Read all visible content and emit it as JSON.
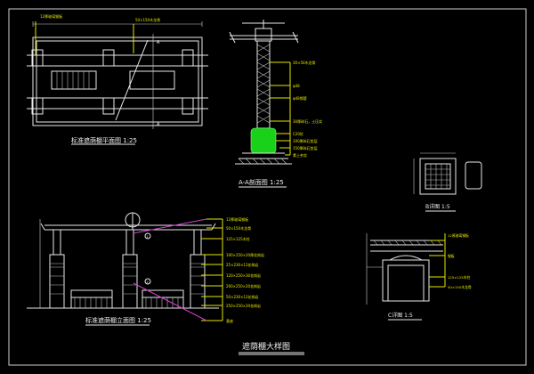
{
  "sheet_title": "遮荫棚大样图",
  "views": {
    "plan": {
      "title": "标准遮荫棚平面图",
      "scale": "1:25",
      "section_mark_a": "A",
      "note_1": "12厚玻璃钢板",
      "note_2": "50×150木龙骨"
    },
    "section_aa": {
      "title": "A-A剖面图",
      "scale": "1:25",
      "notes": [
        "30×50木龙骨",
        "φ48",
        "φ48钢管",
        "30厚碎石，土压实",
        "C20砼",
        "100厚碎石垫层",
        "150厚碎石垫层",
        "素土夯实"
      ]
    },
    "detail_b": {
      "title": "B详图",
      "scale": "1:5"
    },
    "elevation": {
      "title": "标准遮荫棚立面图",
      "scale": "1:25",
      "callout_1": "1",
      "callout_2": "2",
      "notes": [
        "12厚玻璃钢板",
        "50×150木龙骨",
        "125×125木柱",
        "100×250×20厚花岗岩",
        "25×230×12花岗岩",
        "120×250×30花岗岩",
        "200×250×20花岗岩",
        "50×230×12花岗岩",
        "250×250×20花岗岩",
        "基座"
      ]
    },
    "detail_c": {
      "title": "C详图",
      "scale": "1:5",
      "notes": [
        "12厚玻璃钢板",
        "钢板",
        "125×125木柱",
        "50×150木龙骨"
      ]
    }
  },
  "colors": {
    "background": "#000000",
    "linework": "#e8e8e8",
    "annotation": "#e6e600",
    "leader": "#d040d0",
    "footing": "#19d119"
  }
}
